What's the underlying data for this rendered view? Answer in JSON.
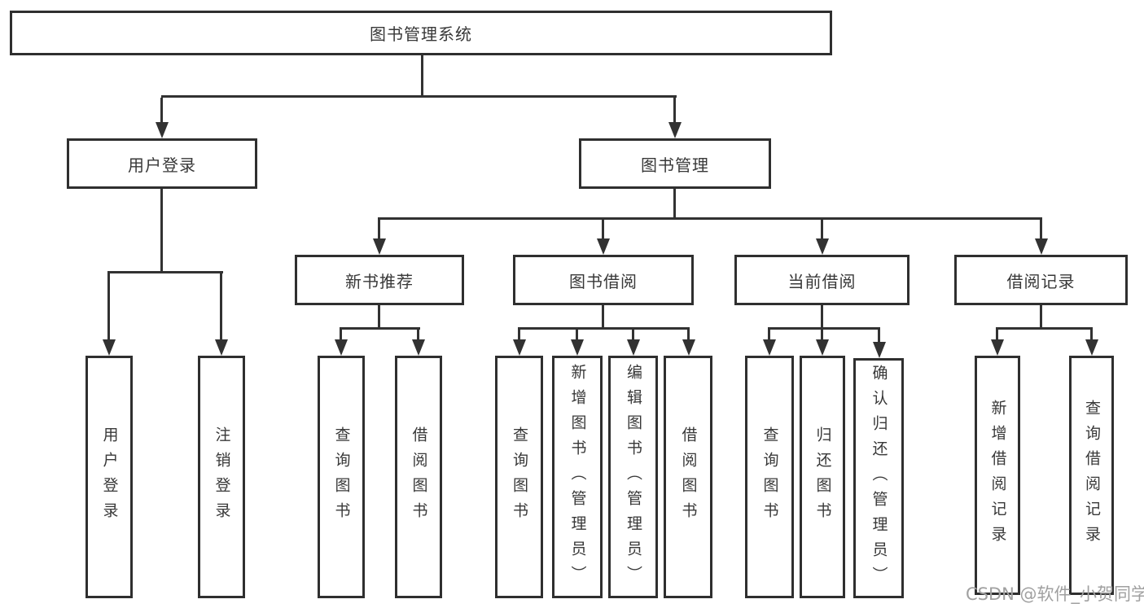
{
  "diagram_title": "图书管理系统",
  "nodes": {
    "root": "图书管理系统",
    "user_login": "用户登录",
    "book_mgmt": "图书管理",
    "new_book_rec": "新书推荐",
    "book_borrow": "图书借阅",
    "current_borrow": "当前借阅",
    "borrow_record": "借阅记录",
    "leaf_user_login": "用户登录",
    "leaf_logout": "注销登录",
    "leaf_query_book_rec": "查询图书",
    "leaf_borrow_book_rec": "借阅图书",
    "leaf_query_book_borrow": "查询图书",
    "leaf_add_book": "新增图书（管理员）",
    "leaf_edit_book": "编辑图书（管理员）",
    "leaf_borrow_book": "借阅图书",
    "leaf_query_book_current": "查询图书",
    "leaf_return_book": "归还图书",
    "leaf_confirm_return": "确认归还（管理员）",
    "leaf_add_borrow_record": "新增借阅记录",
    "leaf_query_borrow_record": "查询借阅记录"
  },
  "hierarchy": {
    "root": "图书管理系统",
    "children_of_root": [
      "用户登录",
      "图书管理"
    ],
    "children_of_user_login": [
      "用户登录",
      "注销登录"
    ],
    "children_of_book_mgmt": [
      "新书推荐",
      "图书借阅",
      "当前借阅",
      "借阅记录"
    ],
    "children_of_new_book_rec": [
      "查询图书",
      "借阅图书"
    ],
    "children_of_book_borrow": [
      "查询图书",
      "新增图书（管理员）",
      "编辑图书（管理员）",
      "借阅图书"
    ],
    "children_of_current_borrow": [
      "查询图书",
      "归还图书",
      "确认归还（管理员）"
    ],
    "children_of_borrow_record": [
      "新增借阅记录",
      "查询借阅记录"
    ]
  },
  "watermark": {
    "text": "CSDN @软件_小贺同学"
  },
  "colors": {
    "line": "#323232",
    "box_border": "#2f2f2f",
    "text": "#383838",
    "watermark": "#a0a0a0",
    "background": "#ffffff"
  }
}
